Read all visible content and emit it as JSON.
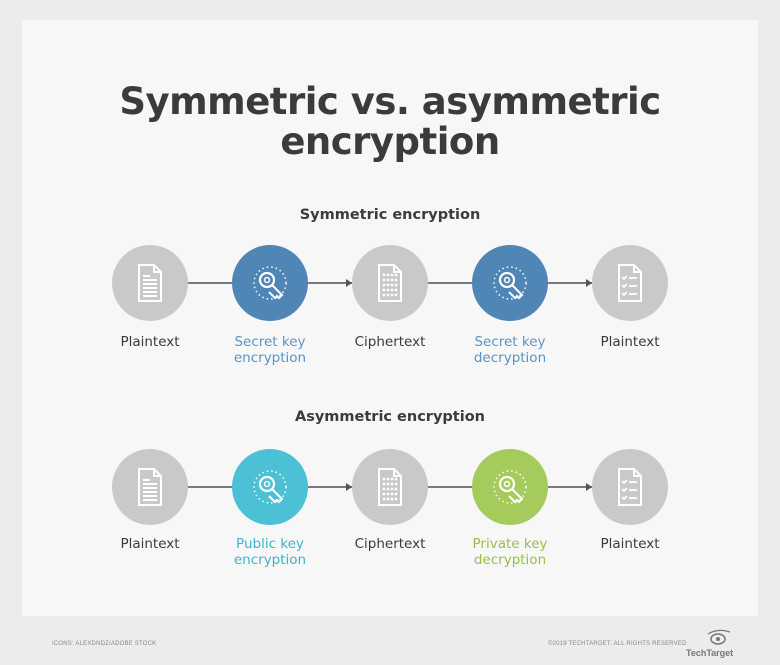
{
  "title": {
    "line1": "Symmetric vs. asymmetric",
    "line2": "encryption"
  },
  "colors": {
    "gray": "#c9c9c9",
    "blue": "#4f86b6",
    "cyan": "#4cc1d6",
    "green": "#a5cb5c",
    "blue_text": "#5b93c4",
    "cyan_text": "#3db4cc",
    "green_text": "#98bf48",
    "text": "#3b3b3b"
  },
  "sections": [
    {
      "heading": "Symmetric encryption",
      "steps": [
        {
          "icon": "document-icon",
          "color": "gray",
          "label1": "Plaintext",
          "label2": ""
        },
        {
          "icon": "key-icon",
          "color": "blue",
          "label1": "Secret key",
          "label2": "encryption"
        },
        {
          "icon": "cipher-document-icon",
          "color": "gray",
          "label1": "Ciphertext",
          "label2": ""
        },
        {
          "icon": "key-icon",
          "color": "blue",
          "label1": "Secret key",
          "label2": "decryption"
        },
        {
          "icon": "checklist-document-icon",
          "color": "gray",
          "label1": "Plaintext",
          "label2": ""
        }
      ]
    },
    {
      "heading": "Asymmetric encryption",
      "steps": [
        {
          "icon": "document-icon",
          "color": "gray",
          "label1": "Plaintext",
          "label2": ""
        },
        {
          "icon": "key-icon",
          "color": "cyan",
          "label1": "Public key",
          "label2": "encryption"
        },
        {
          "icon": "cipher-document-icon",
          "color": "gray",
          "label1": "Ciphertext",
          "label2": ""
        },
        {
          "icon": "key-icon",
          "color": "green",
          "label1": "Private key",
          "label2": "decryption"
        },
        {
          "icon": "checklist-document-icon",
          "color": "gray",
          "label1": "Plaintext",
          "label2": ""
        }
      ]
    }
  ],
  "footer": {
    "credit": "ICONS: ALEXDNDZ/ADOBE STOCK",
    "copyright": "©2019 TECHTARGET. ALL RIGHTS RESERVED",
    "logo": "TechTarget"
  }
}
